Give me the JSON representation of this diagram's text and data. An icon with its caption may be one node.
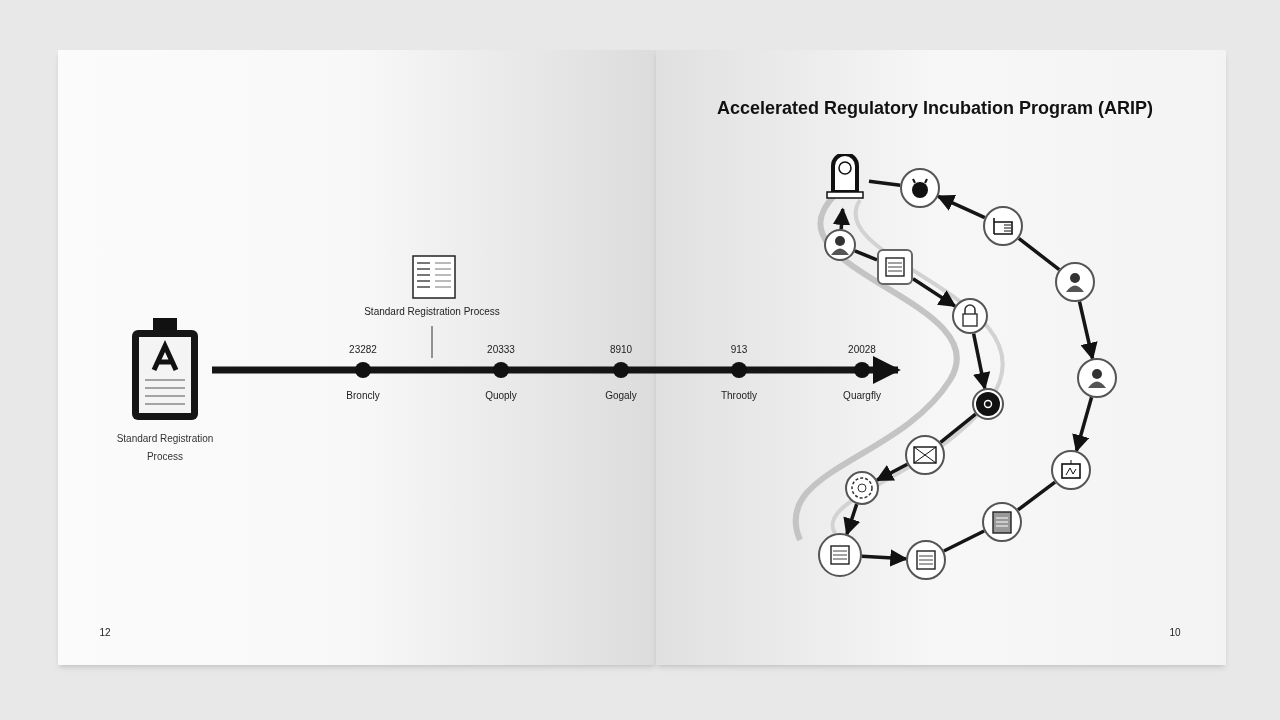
{
  "diagram": {
    "title": "Accelerated Regulatory Incubation Program (ARIP)",
    "nodes": [
      {
        "text": [],
        "shape": "picture",
        "beside": [
          "Standard Registration Process"
        ]
      },
      {
        "text": [],
        "shape": "picture"
      },
      {
        "text": [],
        "shape": "picture"
      },
      {
        "text": [],
        "shape": "picture"
      },
      {
        "text": [],
        "shape": "picture"
      },
      {
        "text": [],
        "shape": "picture"
      },
      {
        "text": [],
        "shape": "picture"
      },
      {
        "text": [],
        "shape": "picture"
      },
      {
        "text": [],
        "shape": "picture"
      },
      {
        "text": [],
        "shape": "picture"
      },
      {
        "text": [],
        "shape": "picture"
      },
      {
        "text": [],
        "shape": "picture"
      },
      {
        "text": [],
        "shape": "picture"
      },
      {
        "text": [],
        "shape": "picture"
      },
      {
        "text": [],
        "shape": "picture"
      },
      {
        "text": [],
        "shape": "picture"
      }
    ],
    "edges": [
      {
        "from": 0,
        "to": null,
        "arrow": "to",
        "style": "thick"
      },
      {
        "from": 15,
        "to": 1,
        "arrow": "to"
      },
      {
        "from": 1,
        "to": 2,
        "arrow": "none"
      },
      {
        "from": 3,
        "to": 2,
        "arrow": "to"
      },
      {
        "from": 4,
        "to": 3,
        "arrow": "none"
      },
      {
        "from": 4,
        "to": 5,
        "arrow": "to"
      },
      {
        "from": 5,
        "to": 6,
        "arrow": "to"
      },
      {
        "from": 6,
        "to": 7,
        "arrow": "none"
      },
      {
        "from": 7,
        "to": 8,
        "arrow": "none"
      },
      {
        "from": 9,
        "to": 8,
        "arrow": "to"
      },
      {
        "from": 15,
        "to": 14,
        "arrow": "none"
      },
      {
        "from": 14,
        "to": 13,
        "arrow": "to"
      },
      {
        "from": 13,
        "to": 12,
        "arrow": "to"
      },
      {
        "from": 12,
        "to": 11,
        "arrow": "none"
      },
      {
        "from": 11,
        "to": 10,
        "arrow": "to"
      },
      {
        "from": 10,
        "to": 9,
        "arrow": "to"
      }
    ],
    "labels": [
      "Standard Registration Process",
      "23282",
      "20333",
      "8910",
      "913",
      "20028",
      "Broncly",
      "Quoply",
      "Gogaly",
      "Throotly",
      "Quargfly",
      "12",
      "10"
    ]
  }
}
